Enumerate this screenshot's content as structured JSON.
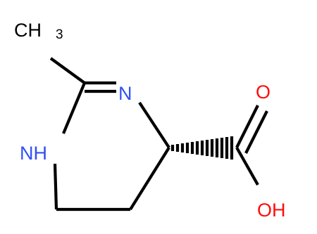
{
  "molecule": {
    "labels": {
      "methyl_main": "CH",
      "methyl_sub": "3",
      "ring_n": "N",
      "ring_nh": "NH",
      "carbonyl_o": "O",
      "hydroxyl": "OH"
    },
    "colors": {
      "bond": "#000000",
      "nitrogen": "#3050F8",
      "oxygen": "#FF0D0D",
      "carbon": "#000000"
    }
  }
}
